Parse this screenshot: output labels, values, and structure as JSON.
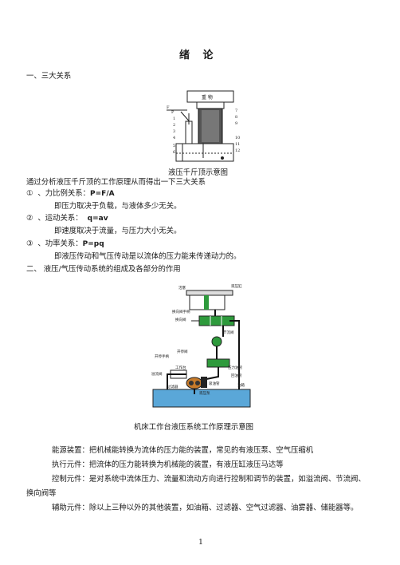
{
  "page": {
    "title": "绪 论",
    "section1": "一、三大关系",
    "fig1_caption": "液压千斤顶示意图",
    "intro": "通过分析液压千斤顶的工作原理从而得出一下三大关系",
    "relations": [
      {
        "num": "①",
        "label": "、力比例关系：",
        "formula": "P=F/A",
        "desc": "即压力取决于负载，与液体多少无关。"
      },
      {
        "num": "②",
        "label": "、运动关系：",
        "formula": "q=av",
        "desc": "即速度取决于流量，与压力大小无关。"
      },
      {
        "num": "③",
        "label": "、功率关系：",
        "formula": "P=pq",
        "desc": "即液压传动和气压传动是以流体的压力能来传递动力的。"
      }
    ],
    "section2": "二、  液压/气压传动系统的组成及各部分的作用",
    "fig2_caption": "机床工作台液压系统工作原理示意图",
    "components": [
      "能源装置：把机械能转换为流体的压力能的装置，常见的有液压泵、空气压缩机",
      "执行元件：把流体的压力能转换为机械能的装置，有液压缸液压马达等",
      "控制元件：是对系统中流体压力、流量和流动方向进行控制和调节的装置，如溢流阀、节流阀、换向阀等",
      "辅助元件：除以上三种以外的其他装置，如油箱、过滤器、空气过滤器、油雾器、储能器等。"
    ],
    "page_number": "1"
  },
  "fig1_labels": {
    "top_box": "重 物",
    "left": [
      "F",
      "P",
      "1",
      "2",
      "3",
      "4",
      "5",
      "6"
    ],
    "right": [
      "7",
      "8",
      "9",
      "10",
      "11",
      "12"
    ]
  },
  "fig2_labels": {
    "items": [
      "活塞",
      "液压缸",
      "换向阀手柄",
      "换向阀",
      "节流阀",
      "开停阀",
      "开停手柄",
      "溢流阀",
      "液压泵",
      "过滤器",
      "油箱",
      "回油管",
      "工作台",
      "压力油管",
      "吸油管"
    ]
  },
  "colors": {
    "text": "#1a1a1a",
    "green": "#2e9a3c",
    "water": "#5aa7d8",
    "pipe": "#111111"
  }
}
